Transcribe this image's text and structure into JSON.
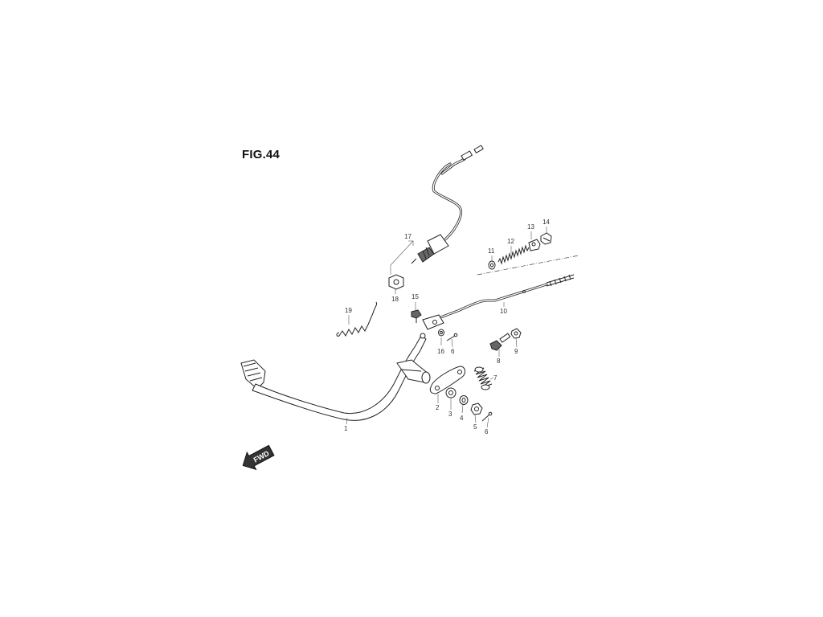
{
  "figure": {
    "title": "FIG.44",
    "fwd_label": "FWD"
  },
  "callouts": [
    {
      "id": "1",
      "name": "brake-pedal",
      "text": "1"
    },
    {
      "id": "2",
      "name": "pedal-plate",
      "text": "2"
    },
    {
      "id": "3",
      "name": "washer",
      "text": "3"
    },
    {
      "id": "4",
      "name": "washer-small",
      "text": "4"
    },
    {
      "id": "5",
      "name": "nut",
      "text": "5"
    },
    {
      "id": "6a",
      "name": "cotter-pin-upper",
      "text": "6"
    },
    {
      "id": "6b",
      "name": "cotter-pin-lower",
      "text": "6"
    },
    {
      "id": "7",
      "name": "return-spring",
      "text": "7"
    },
    {
      "id": "8",
      "name": "bolt",
      "text": "8"
    },
    {
      "id": "9",
      "name": "nut-small",
      "text": "9"
    },
    {
      "id": "10",
      "name": "brake-rod",
      "text": "10"
    },
    {
      "id": "11",
      "name": "rod-nut",
      "text": "11"
    },
    {
      "id": "12",
      "name": "rod-spring",
      "text": "12"
    },
    {
      "id": "13",
      "name": "joint-pin",
      "text": "13"
    },
    {
      "id": "14",
      "name": "adjusting-nut",
      "text": "14"
    },
    {
      "id": "15",
      "name": "rod-clevis-bolt",
      "text": "15"
    },
    {
      "id": "16",
      "name": "clevis-washer",
      "text": "16"
    },
    {
      "id": "17",
      "name": "stop-switch",
      "text": "17"
    },
    {
      "id": "18",
      "name": "switch-nut",
      "text": "18"
    },
    {
      "id": "19",
      "name": "switch-spring",
      "text": "19"
    }
  ],
  "colors": {
    "line": "#222222",
    "label": "#333333",
    "background": "#ffffff"
  }
}
